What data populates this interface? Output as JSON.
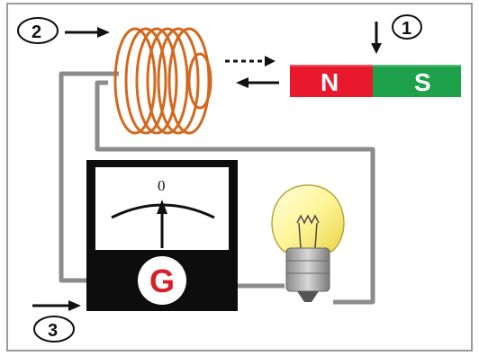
{
  "markers": {
    "one": "1",
    "two": "2",
    "three": "3"
  },
  "magnet": {
    "north_label": "N",
    "south_label": "S",
    "north_color": "#e8192c",
    "south_color": "#1fa04a"
  },
  "galvanometer": {
    "label": "G",
    "scale_zero": "0",
    "label_color": "#d81e28"
  },
  "coil": {
    "color": "#d2691e"
  },
  "bulb": {
    "glass_color": "#fff59a"
  },
  "icons": [
    "arrow-right-icon",
    "arrow-down-icon",
    "dotted-arrow-right-icon",
    "arrow-left-icon"
  ]
}
